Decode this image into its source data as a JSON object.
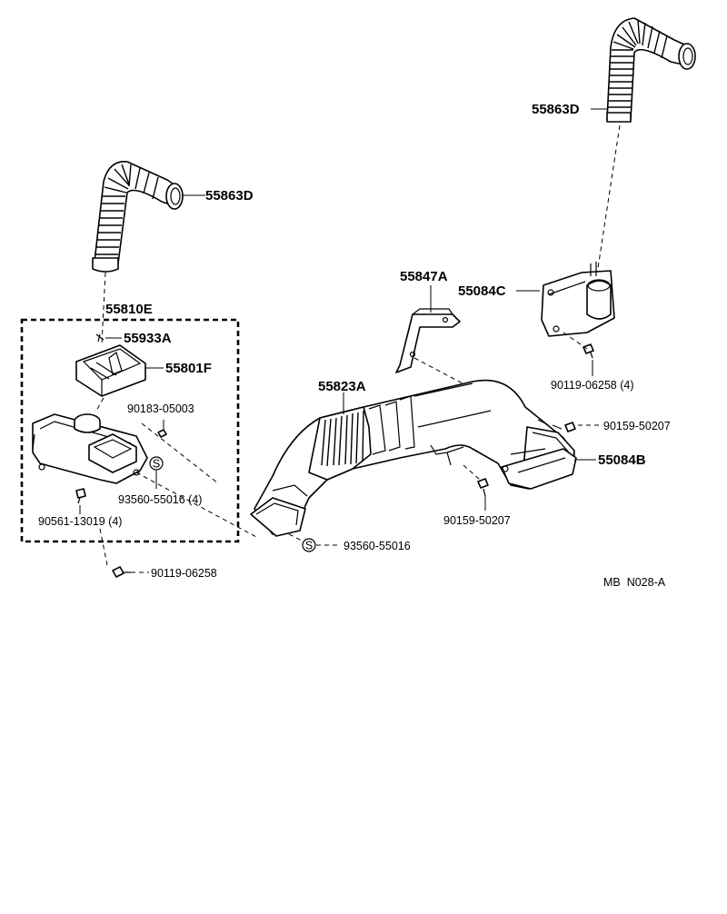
{
  "labels": {
    "hose_right": "55863D",
    "hose_left": "55863D",
    "assembly_box": "55810E",
    "clip": "55933A",
    "boot": "55801F",
    "bracket": "55847A",
    "cover_right": "55084C",
    "duct": "55823A",
    "cover_lower": "55084B",
    "screw_upper_right": "90119-06258 (4)",
    "screw_mid_right": "90159-50207",
    "screw_mid": "90159-50207",
    "screw_small": "90183-05003",
    "stud_box": "93560-55016 (4)",
    "screw_box": "90561-13019 (4)",
    "stud_bottom": "93560-55016",
    "screw_bottom": "90119-06258",
    "drawing_code": "MB  N028-A"
  },
  "symbols": {
    "stud_mark": "S"
  },
  "icon_names": [
    "corrugated-hose-icon",
    "screw-icon",
    "stud-symbol-icon",
    "bracket-icon",
    "duct-icon"
  ]
}
